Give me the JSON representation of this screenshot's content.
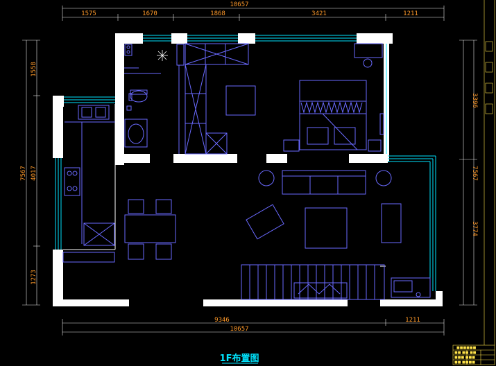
{
  "title": "1F布置图",
  "dimensions": {
    "top_total": "10657",
    "top_segments": [
      "1575",
      "1670",
      "1868",
      "3421",
      "1211"
    ],
    "bottom_total": "10657",
    "bottom_segments": [
      "9346",
      "1211"
    ],
    "left_outer": "7567",
    "left_segments": [
      "1558",
      "4017",
      "1273"
    ],
    "right_top": "3396",
    "right_outer": "7567",
    "right_mid": "3774"
  },
  "title_block": {
    "rows": [
      "■■■■■■",
      "■■ ■■ ■■",
      "■■■ ■■■",
      "■■ ■■■■"
    ]
  },
  "colors": {
    "background": "#000000",
    "wall": "#ffffff",
    "window": "#00e5ff",
    "furniture": "#6a6aff",
    "dimension": "#ff9a2a",
    "title": "#00e5ff",
    "title_block": "#ffe34a"
  }
}
